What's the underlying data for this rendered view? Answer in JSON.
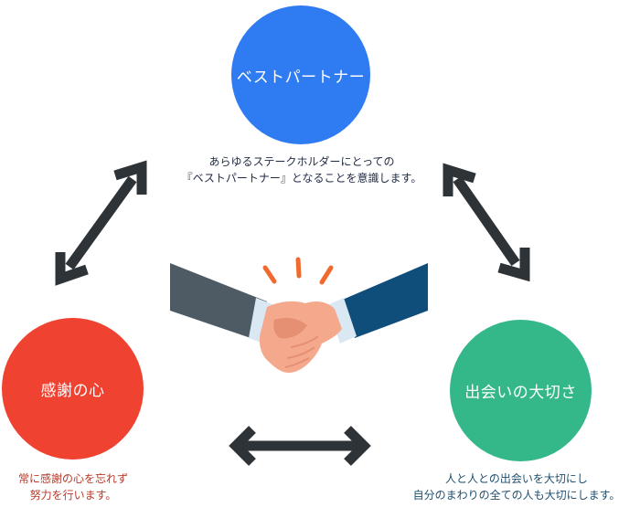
{
  "colors": {
    "top_circle": "#2f7bf2",
    "left_circle": "#ef4230",
    "right_circle": "#35b889",
    "arrow": "#2e3338",
    "sleeve_left": "#4f5b64",
    "sleeve_right": "#0f4d7b",
    "cuff": "#d9e8f2",
    "hand": "#f5a98c",
    "hand_shadow": "#e58f73",
    "burst": "#f06a2f"
  },
  "nodes": {
    "top": {
      "label": "ベストパートナー",
      "lines": [
        "あらゆるステークホルダーにとっての",
        "『ベストパートナー』となることを意識します。"
      ]
    },
    "left": {
      "label": "感謝の心",
      "lines": [
        "常に感謝の心を忘れず",
        "努力を行います。"
      ]
    },
    "right": {
      "label": "出会いの大切さ",
      "lines": [
        "人と人との出会いを大切にし",
        "自分のまわりの全ての人も大切にします。"
      ]
    }
  },
  "icons": {
    "center": "handshake-icon",
    "arrows": "double-headed-arrow-icon"
  }
}
